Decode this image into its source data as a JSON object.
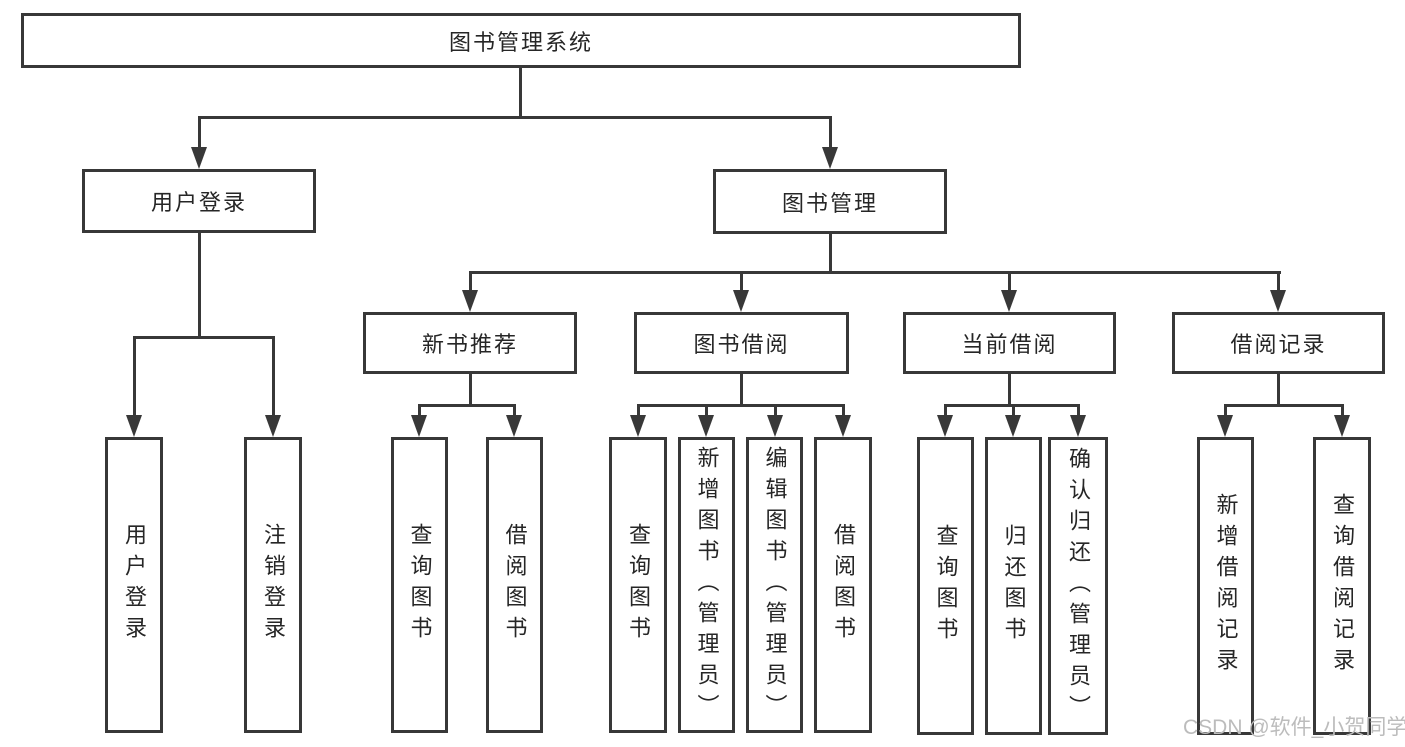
{
  "diagram": {
    "type": "hierarchy-tree",
    "title": "图书管理系统",
    "colors": {
      "line": "#383838",
      "box_border": "#383838",
      "box_fill": "#ffffff",
      "text": "#262626",
      "background": "#ffffff",
      "watermark_text_color": "#bcbcbc"
    },
    "tree": {
      "root": {
        "label": "图书管理系统"
      },
      "level2": [
        {
          "label": "用户登录"
        },
        {
          "label": "图书管理"
        }
      ],
      "level3": [
        {
          "label": "新书推荐",
          "parent": "图书管理"
        },
        {
          "label": "图书借阅",
          "parent": "图书管理"
        },
        {
          "label": "当前借阅",
          "parent": "图书管理"
        },
        {
          "label": "借阅记录",
          "parent": "图书管理"
        }
      ],
      "leaves": [
        {
          "label": "用户登录",
          "parent": "用户登录"
        },
        {
          "label": "注销登录",
          "parent": "用户登录"
        },
        {
          "label": "查询图书",
          "parent": "新书推荐"
        },
        {
          "label": "借阅图书",
          "parent": "新书推荐"
        },
        {
          "label": "查询图书",
          "parent": "图书借阅"
        },
        {
          "label": "新增图书（管理员）",
          "parent": "图书借阅"
        },
        {
          "label": "编辑图书（管理员）",
          "parent": "图书借阅"
        },
        {
          "label": "借阅图书",
          "parent": "图书借阅"
        },
        {
          "label": "查询图书",
          "parent": "当前借阅"
        },
        {
          "label": "归还图书",
          "parent": "当前借阅"
        },
        {
          "label": "确认归还（管理员）",
          "parent": "当前借阅"
        },
        {
          "label": "新增借阅记录",
          "parent": "借阅记录"
        },
        {
          "label": "查询借阅记录",
          "parent": "借阅记录"
        }
      ]
    },
    "watermark": "CSDN @软件_小贺同学"
  }
}
